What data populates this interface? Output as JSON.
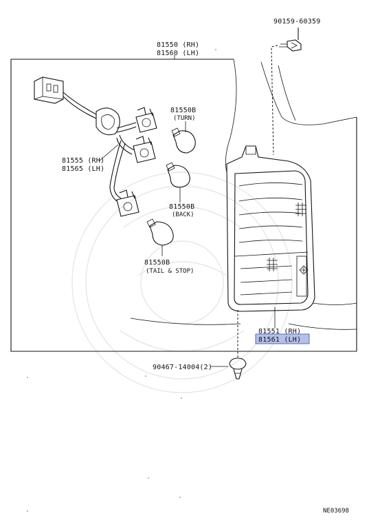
{
  "labels": {
    "housing_rh": "81550 (RH)",
    "housing_lh": "81560 (LH)",
    "screw": "90159-60359",
    "bulb_turn_part": "81550B",
    "bulb_turn_func": "(TURN)",
    "socket_rh": "81555 (RH)",
    "socket_lh": "81565 (LH)",
    "bulb_back_part": "81550B",
    "bulb_back_func": "(BACK)",
    "bulb_tail_part": "81550B",
    "bulb_tail_func": "(TAIL & STOP)",
    "lens_rh": "81551 (RH)",
    "lens_lh": "81561 (LH)",
    "clip": "90467-14004(2)",
    "diagram_code": "NE03698"
  },
  "colors": {
    "highlight": "#b4c0ec",
    "highlight_border": "#3b4fa8",
    "line": "#111111"
  }
}
